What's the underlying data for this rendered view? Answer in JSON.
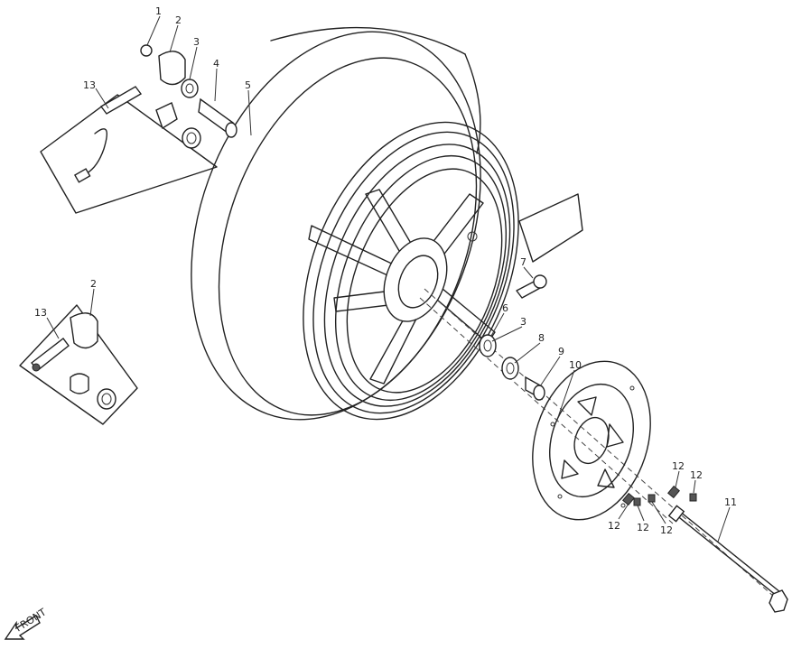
{
  "callouts": [
    {
      "id": "c1",
      "text": "1"
    },
    {
      "id": "c2a",
      "text": "2"
    },
    {
      "id": "c3a",
      "text": "3"
    },
    {
      "id": "c4",
      "text": "4"
    },
    {
      "id": "c5",
      "text": "5"
    },
    {
      "id": "c13a",
      "text": "13"
    },
    {
      "id": "c2b",
      "text": "2"
    },
    {
      "id": "c13b",
      "text": "13"
    },
    {
      "id": "c7",
      "text": "7"
    },
    {
      "id": "c6",
      "text": "6"
    },
    {
      "id": "c3b",
      "text": "3"
    },
    {
      "id": "c8",
      "text": "8"
    },
    {
      "id": "c9",
      "text": "9"
    },
    {
      "id": "c10",
      "text": "10"
    },
    {
      "id": "c11",
      "text": "11"
    },
    {
      "id": "c12a",
      "text": "12"
    },
    {
      "id": "c12b",
      "text": "12"
    },
    {
      "id": "c12c",
      "text": "12"
    },
    {
      "id": "c12d",
      "text": "12"
    },
    {
      "id": "c12e",
      "text": "12"
    }
  ],
  "direction_mark": "FRONT"
}
